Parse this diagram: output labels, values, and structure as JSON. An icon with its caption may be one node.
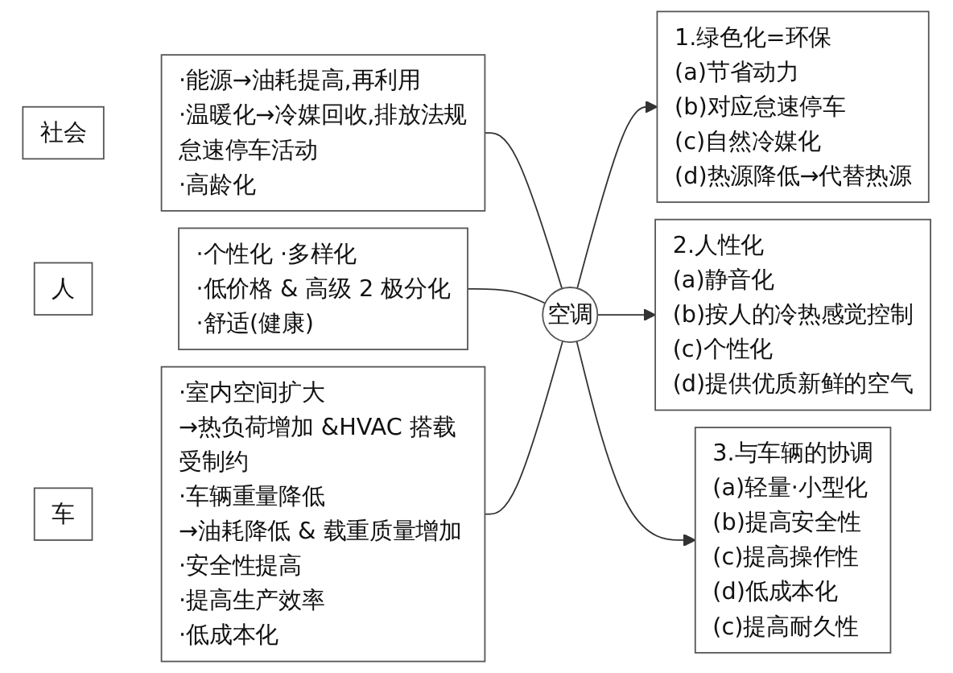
{
  "diagram": {
    "nodes": [
      {
        "text": [
          "社会"
        ]
      },
      {
        "text": [
          "·能源→油耗提高,再利用",
          "·温暖化→冷媒回收,排放法规怠速停车活动",
          "·高龄化"
        ]
      },
      {
        "text": [
          "人"
        ]
      },
      {
        "text": [
          "·个性化 ·多样化",
          "·低价格 & 高级 2 极分化",
          "·舒适(健康)"
        ]
      },
      {
        "text": [
          "车"
        ]
      },
      {
        "text": [
          "·室内空间扩大",
          "→热负荷增加 &HVAC 搭载受制约",
          "·车辆重量降低",
          "→油耗降低 & 载重质量增加",
          "·安全性提高",
          "·提高生产效率",
          "·低成本化"
        ]
      },
      {
        "text": [
          "空调"
        ]
      },
      {
        "text": [
          "1.绿色化=环保",
          "(a)节省动力",
          "(b)对应怠速停车",
          "(c)自然冷媒化",
          "(d)热源降低→代替热源"
        ]
      },
      {
        "text": [
          "2.人性化",
          "(a)静音化",
          "(b)按人的冷热感觉控制",
          "(c)个性化",
          "(d)提供优质新鲜的空气"
        ]
      },
      {
        "text": [
          "3.与车辆的协调",
          "(a)轻量·小型化",
          "(b)提高安全性",
          "(c)提高操作性",
          "(d)低成本化",
          "(c)提高耐久性"
        ]
      }
    ],
    "edges": [
      {
        "from": 1,
        "to": 6,
        "arrow": "none"
      },
      {
        "from": 3,
        "to": 6,
        "arrow": "none"
      },
      {
        "from": 5,
        "to": 6,
        "arrow": "none"
      },
      {
        "from": 6,
        "to": 7,
        "arrow": "to"
      },
      {
        "from": 6,
        "to": 8,
        "arrow": "to"
      },
      {
        "from": 6,
        "to": 9,
        "arrow": "to"
      }
    ]
  }
}
